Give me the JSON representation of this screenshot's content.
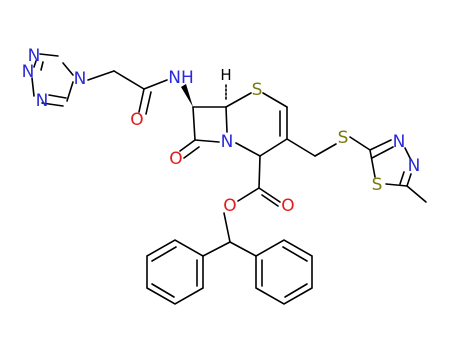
{
  "atom_labels": {
    "tetrazole_n1": "N",
    "tetrazole_n2": "N",
    "tetrazole_n3": "N",
    "tetrazole_n4": "N",
    "amide_nh": "NH",
    "amide_o": "O",
    "bridgehead_h": "H",
    "ring_s": "S",
    "lactam_n": "N",
    "lactam_o": "O",
    "thioether_s": "S",
    "thiadiazole_n1": "N",
    "thiadiazole_n2": "N",
    "thiadiazole_s": "S",
    "ester_o_carbonyl": "O",
    "ester_o_single": "O"
  },
  "colors": {
    "bond": "#000000",
    "nitrogen": "#2a2ad8",
    "oxygen": "#e11d1d",
    "sulfur": "#7a7a10",
    "hydrogen": "#000000"
  }
}
